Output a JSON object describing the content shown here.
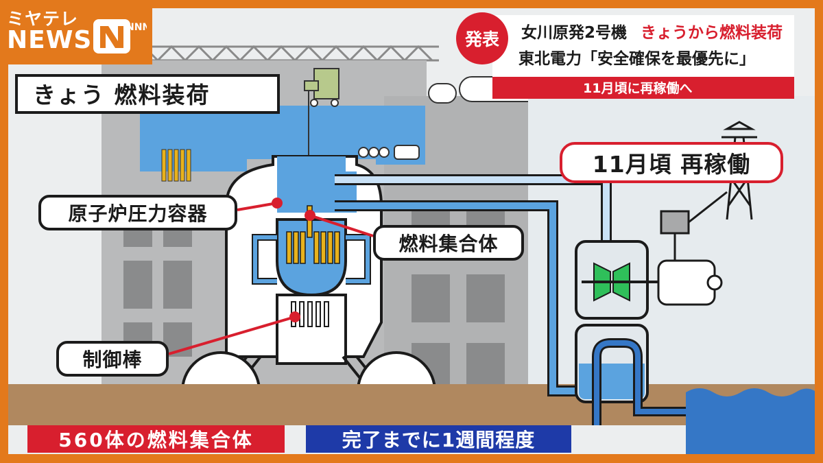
{
  "logo": {
    "line1": "ミヤテレ",
    "line2": "NEWS",
    "network": "NNN"
  },
  "title": "きょう 燃料装荷",
  "headline": {
    "badge": "発表",
    "line1_black": "女川原発2号機",
    "line1_red": "きょうから燃料装荷",
    "line2": "東北電力「安全確保を最優先に」",
    "line3": "11月頃に再稼働へ"
  },
  "callouts": {
    "vessel": "原子炉圧力容器",
    "fuel": "燃料集合体",
    "rods": "制御棒",
    "restart": "11月頃 再稼働"
  },
  "captions": {
    "red": "560体の燃料集合体",
    "blue": "完了までに1週間程度"
  },
  "colors": {
    "frame_orange": "#e3791c",
    "alert_red": "#d81f2e",
    "caption_blue": "#1e3aa8",
    "water_blue": "#5ba3df",
    "turbine_green": "#2fbf5a",
    "fuel_yellow": "#e8b21c"
  }
}
